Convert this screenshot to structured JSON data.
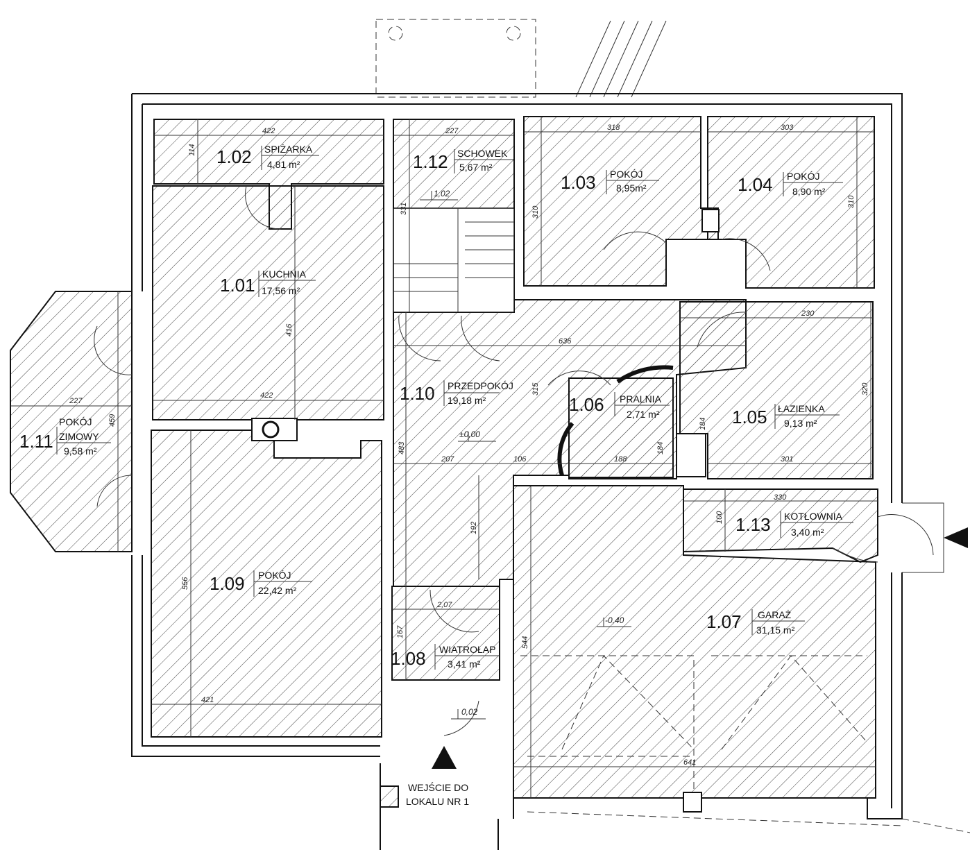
{
  "rooms": {
    "r101": {
      "number": "1.01",
      "name": "KUCHNIA",
      "area": "17,56 m²"
    },
    "r102": {
      "number": "1.02",
      "name": "SPIŻARKA",
      "area": "4,81 m²"
    },
    "r103": {
      "number": "1.03",
      "name": "POKÓJ",
      "area": "8,95m²"
    },
    "r104": {
      "number": "1.04",
      "name": "POKÓJ",
      "area": "8,90 m²"
    },
    "r105": {
      "number": "1.05",
      "name": "ŁAZIENKA",
      "area": "9,13 m²"
    },
    "r106": {
      "number": "1.06",
      "name": "PRALNIA",
      "area": "2,71 m²"
    },
    "r107": {
      "number": "1.07",
      "name": "GARAŻ",
      "area": "31,15 m²"
    },
    "r108": {
      "number": "1.08",
      "name": "WIATROŁAP",
      "area": "3,41 m²"
    },
    "r109": {
      "number": "1.09",
      "name": "POKÓJ",
      "area": "22,42 m²"
    },
    "r110": {
      "number": "1.10",
      "name": "PRZEDPOKÓJ",
      "area": "19,18 m²"
    },
    "r111": {
      "number": "1.11",
      "name": "POKÓJ",
      "name2": "ZIMOWY",
      "area": "9,58 m²"
    },
    "r112": {
      "number": "1.12",
      "name": "SCHOWEK",
      "area": "5,67 m²"
    },
    "r113": {
      "number": "1.13",
      "name": "KOTŁOWNIA",
      "area": "3,40 m²"
    }
  },
  "dimensions": {
    "d422a": "422",
    "d114": "114",
    "d227a": "227",
    "d331": "331",
    "d318": "318",
    "d310a": "310",
    "d303": "303",
    "d310b": "310",
    "d416": "416",
    "d422b": "422",
    "d227b": "227",
    "d459": "459",
    "d636": "636",
    "d230": "230",
    "d315": "315",
    "d483": "483",
    "d207": "207",
    "d106": "106",
    "d188": "188",
    "d184a": "184",
    "d184b": "184",
    "d320": "320",
    "d301": "301",
    "d330": "330",
    "d100": "100",
    "d192": "192",
    "d556": "556",
    "d421": "421",
    "d207b": "2,07",
    "d167": "167",
    "d544": "544",
    "d641": "641"
  },
  "levels": {
    "stair": "1,02",
    "hall": "±0,00",
    "garage": "-0,40",
    "entry": "0,02"
  },
  "entrance": {
    "line1": "WEJŚCIE DO",
    "line2": "LOKALU NR 1"
  }
}
